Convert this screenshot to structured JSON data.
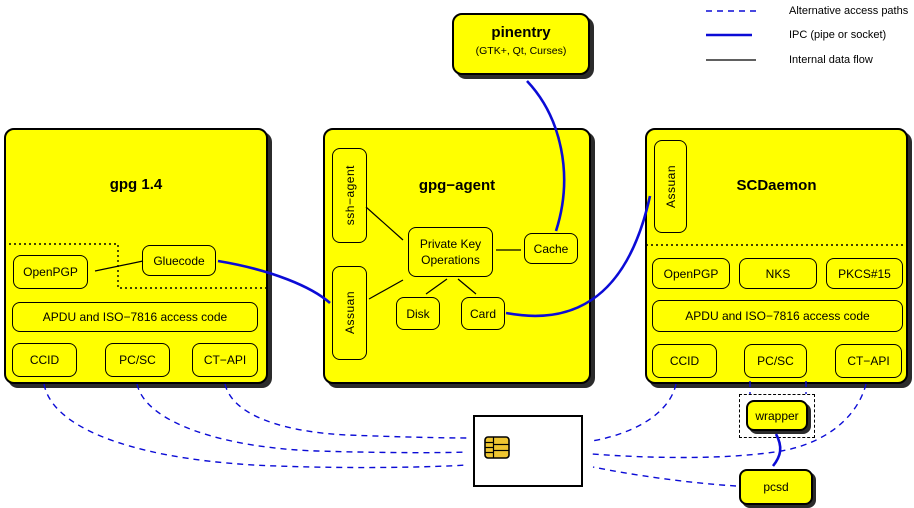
{
  "colors": {
    "box_fill": "#ffff00",
    "border": "#000000",
    "blue": "#0b0bd6",
    "shadow": "#2b2b2b",
    "card_fill": "#ffffff",
    "chip_gold": "#eec531"
  },
  "legend": {
    "alt": "Alternative access paths",
    "ipc": "IPC (pipe or socket)",
    "internal": "Internal data flow"
  },
  "pinentry": {
    "title": "pinentry",
    "subtitle": "(GTK+, Qt, Curses)"
  },
  "gpg14": {
    "title": "gpg 1.4",
    "gluecode": "Gluecode",
    "openpgp": "OpenPGP",
    "apdu": "APDU and ISO−7816 access code",
    "ccid": "CCID",
    "pcsc": "PC/SC",
    "ctapi": "CT−API"
  },
  "gpg_agent": {
    "title": "gpg−agent",
    "ssh_agent": "ssh−agent",
    "assuan": "Assuan",
    "pko_line1": "Private Key",
    "pko_line2": "Operations",
    "cache": "Cache",
    "disk": "Disk",
    "card": "Card"
  },
  "scdaemon": {
    "title": "SCDaemon",
    "assuan": "Assuan",
    "openpgp": "OpenPGP",
    "nks": "NKS",
    "pkcs15": "PKCS#15",
    "apdu": "APDU and ISO−7816 access code",
    "ccid": "CCID",
    "pcsc": "PC/SC",
    "ctapi": "CT−API"
  },
  "wrapper": {
    "label": "wrapper"
  },
  "pcsd": {
    "label": "pcsd"
  }
}
